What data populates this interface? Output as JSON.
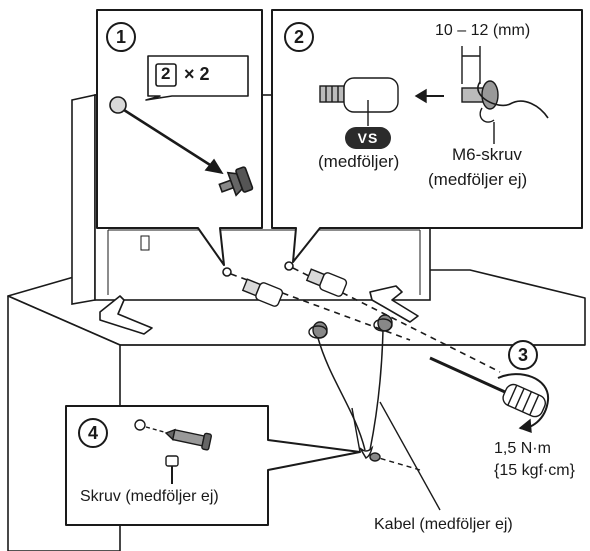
{
  "steps": {
    "one": "1",
    "two": "2",
    "three": "3",
    "four": "4"
  },
  "step1": {
    "bracket_ref": "2",
    "quantity": "× 2"
  },
  "step2": {
    "gap_label": "10 – 12 (mm)",
    "vs_badge": "VS",
    "included_label": "(medföljer)",
    "screw_label": "M6-skruv",
    "screw_note": "(medföljer ej)"
  },
  "step3": {
    "torque_nm": "1,5 N·m",
    "torque_kgf": "{15 kgf·cm}"
  },
  "step4": {
    "screw_label": "Skruv (medföljer ej)"
  },
  "cable_label": "Kabel (medföljer ej)",
  "colors": {
    "line": "#1a1a1a",
    "fill_light": "#ffffff",
    "fill_gray": "#d9d9d9",
    "fill_dark": "#555555",
    "badge": "#2b2b2b"
  }
}
